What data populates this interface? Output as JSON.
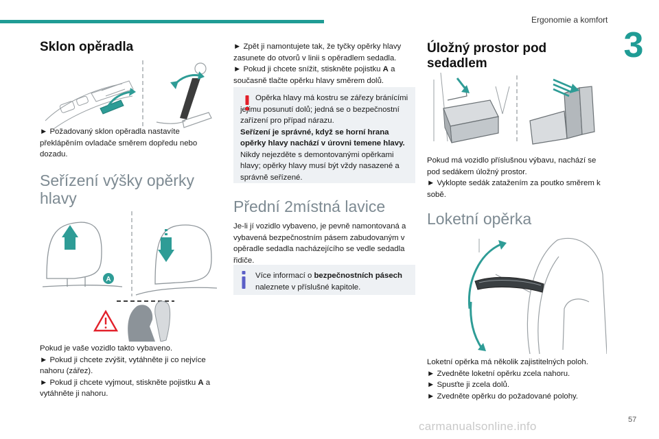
{
  "header": {
    "section": "Ergonomie a komfort",
    "chapter": "3"
  },
  "page": {
    "number": "57"
  },
  "col1": {
    "backrest": {
      "title": "Sklon opěradla",
      "text": "► Požadovaný sklon opěradla nastavíte překlápěním ovladače směrem dopředu nebo dozadu."
    },
    "headrest": {
      "title": "Seřízení výšky opěrky hlavy",
      "label_a": "A",
      "line1": "Pokud je vaše vozidlo takto vybaveno.",
      "line2": "► Pokud ji chcete zvýšit, vytáhněte ji co nejvíce nahoru (zářez).",
      "line3_pre": "► Pokud ji chcete vyjmout, stiskněte pojistku ",
      "line3_bold": "A",
      "line3_post": " a vytáhněte ji nahoru."
    }
  },
  "col2": {
    "refit_pre": "► Zpět ji namontujete tak, že tyčky opěrky hlavy zasunete do otvorů v linii s opěradlem sedadla.",
    "lower_pre": "► Pokud ji chcete snížit, stiskněte pojistku ",
    "lower_bold": "A",
    "lower_post": " a současně tlačte opěrku hlavy směrem dolů.",
    "warning": {
      "p1": "Opěrka hlavy má kostru se zářezy bránícími jejímu posunutí dolů; jedná se o bezpečnostní zařízení pro případ nárazu.",
      "p2": "Seřízení je správné, když se horní hrana opěrky hlavy nachází v úrovni temene hlavy.",
      "p3": "Nikdy nejezděte s demontovanými opěrkami hlavy; opěrky hlavy musí být vždy nasazené a správně seřízené."
    },
    "bench": {
      "title": "Přední 2místná lavice",
      "text": "Je-li jí vozidlo vybaveno, je pevně namontovaná a vybavená bezpečnostním pásem zabudovaným v opěradle sedadla nacházejícího se vedle sedadla řidiče."
    },
    "info": {
      "pre": "Více informací o ",
      "bold": "bezpečnostních pásech",
      "post": " naleznete v příslušné kapitole."
    }
  },
  "col3": {
    "storage": {
      "title": "Úložný prostor pod sedadlem",
      "text1": "Pokud má vozidlo příslušnou výbavu, nachází se pod sedákem úložný prostor.",
      "text2": "► Vyklopte sedák zatažením za poutko směrem k sobě."
    },
    "armrest": {
      "title": "Loketní opěrka",
      "l1": "Loketní opěrka má několik zajistitelných poloh.",
      "l2": "► Zvedněte loketní opěrku zcela nahoru.",
      "l3": "► Spusťte ji zcela dolů.",
      "l4": "► Zvedněte opěrku do požadované polohy."
    }
  },
  "watermark": "carmanualsonline.info",
  "colors": {
    "accent": "#1f9c95",
    "warning": "#e2202a",
    "info": "#5b5fc7",
    "box_bg": "#eef1f4"
  }
}
